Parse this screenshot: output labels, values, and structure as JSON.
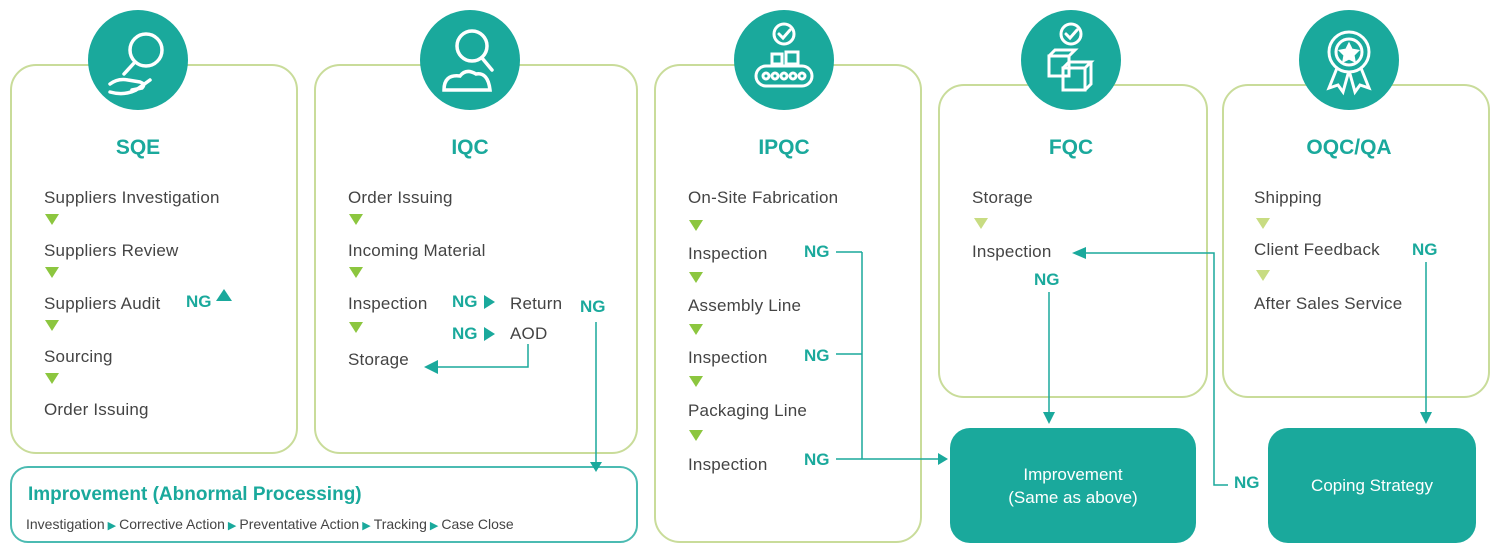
{
  "colors": {
    "teal": "#1aa99c",
    "panel_border": "#c9dc9a",
    "step_arrow": "#8cc63f"
  },
  "sqe": {
    "title": "SQE",
    "icon": "magnifier-hand-icon",
    "steps": [
      "Suppliers Investigation",
      "Suppliers Review",
      "Suppliers Audit",
      "Sourcing",
      "Order Issuing"
    ],
    "ng": "NG"
  },
  "iqc": {
    "title": "IQC",
    "icon": "magnifier-pile-icon",
    "steps": [
      "Order Issuing",
      "Incoming Material",
      "Inspection",
      "Storage"
    ],
    "return_label": "Return",
    "aod_label": "AOD",
    "ng": "NG"
  },
  "ipqc": {
    "title": "IPQC",
    "icon": "conveyor-check-icon",
    "steps": [
      "On-Site Fabrication",
      "Inspection",
      "Assembly Line",
      "Inspection",
      "Packaging Line",
      "Inspection"
    ],
    "ng": "NG"
  },
  "fqc": {
    "title": "FQC",
    "icon": "boxes-check-icon",
    "steps": [
      "Storage",
      "Inspection"
    ],
    "ng": "NG"
  },
  "oqc": {
    "title": "OQC/QA",
    "icon": "award-ribbon-icon",
    "steps": [
      "Shipping",
      "Client Feedback",
      "After Sales Service"
    ],
    "ng": "NG"
  },
  "improvement": {
    "title": "Improvement (Abnormal Processing)",
    "steps": [
      "Investigation",
      "Corrective Action",
      "Preventative Action",
      "Tracking",
      "Case Close"
    ]
  },
  "improvement_same": {
    "line1": "Improvement",
    "line2": "(Same as above)"
  },
  "coping": {
    "label": "Coping Strategy"
  },
  "side_ng": "NG"
}
